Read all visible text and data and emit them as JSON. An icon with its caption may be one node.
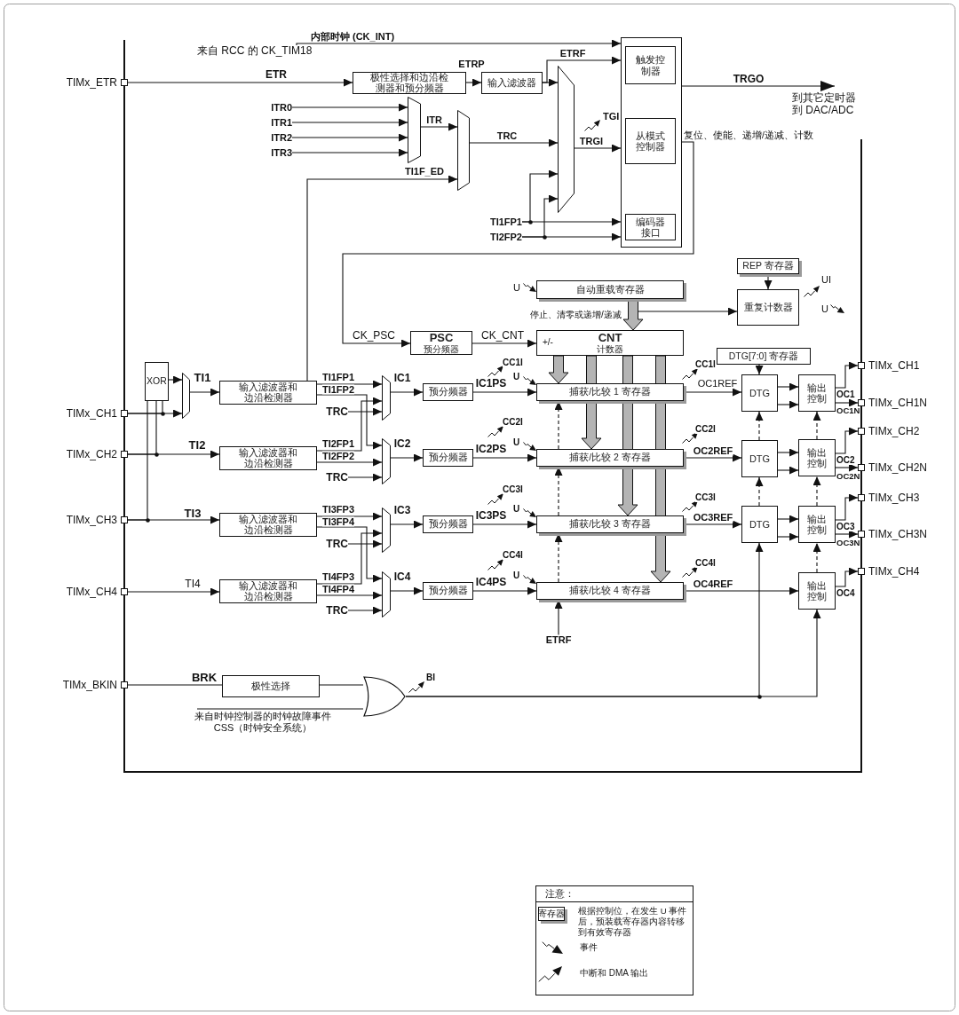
{
  "diagram": {
    "nodes": [
      {
        "text": [
          "TIMx_ETR"
        ]
      },
      {
        "text": [
          "极性选择和边沿检测器和预分频器"
        ]
      },
      {
        "text": [
          "输入滤波器"
        ]
      },
      {
        "text": [],
        "shape": "box"
      },
      {
        "text": [
          "触发控制器"
        ],
        "in": 3
      },
      {
        "text": [
          "ITR0"
        ]
      },
      {
        "text": [
          "ITR1"
        ]
      },
      {
        "text": [
          "ITR2"
        ]
      },
      {
        "text": [
          "ITR3"
        ]
      },
      {
        "text": [],
        "shape": "trapezoid"
      },
      {
        "text": [],
        "shape": "trapezoid"
      },
      {
        "text": [],
        "shape": "trapezoid"
      },
      {
        "text": [
          "从模式控制器"
        ],
        "in": 3
      },
      {
        "text": [
          "TI1FP1"
        ]
      },
      {
        "text": [
          "TI2FP2"
        ]
      },
      {
        "text": [
          "编码器接口"
        ],
        "in": 3
      },
      {
        "text": [
          "REP 寄存器"
        ]
      },
      {
        "text": [
          "自动重载寄存器"
        ]
      },
      {
        "text": [
          "重复计数器"
        ]
      },
      {
        "text": [
          "PSC",
          "预分频器"
        ]
      },
      {
        "text": [
          "+/-",
          "CNT",
          "计数器"
        ]
      },
      {
        "text": [
          "DTG[7:0] 寄存器"
        ]
      },
      {
        "text": [
          "XOR"
        ]
      },
      {
        "text": [],
        "shape": "trapezoid"
      },
      {
        "text": [
          "输入滤波器和边沿检测器"
        ]
      },
      {
        "text": [],
        "shape": "trapezoid"
      },
      {
        "text": [
          "预分频器"
        ]
      },
      {
        "text": [
          "捕获/比较 1 寄存器"
        ]
      },
      {
        "text": [
          "DTG"
        ]
      },
      {
        "text": [
          "输出控制"
        ]
      },
      {
        "text": [
          "TIMx_CH1"
        ]
      },
      {
        "text": [
          "TRC"
        ]
      },
      {
        "text": [
          "TIMx_CH1"
        ]
      },
      {
        "text": [
          "TIMx_CH1N"
        ]
      },
      {
        "text": [
          "TIMx_CH2"
        ]
      },
      {
        "text": [
          "TIMx_CH2"
        ]
      },
      {
        "text": [
          "输入滤波器和边沿检测器"
        ]
      },
      {
        "text": [],
        "shape": "trapezoid"
      },
      {
        "text": [
          "预分频器"
        ]
      },
      {
        "text": [
          "捕获/比较 2 寄存器"
        ]
      },
      {
        "text": [
          "DTG"
        ]
      },
      {
        "text": [
          "输出控制"
        ]
      },
      {
        "text": [
          "TIMx_CH2N"
        ]
      },
      {
        "text": [
          "TRC"
        ]
      },
      {
        "text": [
          "TIMx_CH3"
        ]
      },
      {
        "text": [
          "TIMx_CH3"
        ]
      },
      {
        "text": [
          "输入滤波器和边沿检测器"
        ]
      },
      {
        "text": [],
        "shape": "trapezoid"
      },
      {
        "text": [
          "预分频器"
        ]
      },
      {
        "text": [
          "捕获/比较 3 寄存器"
        ]
      },
      {
        "text": [
          "DTG"
        ]
      },
      {
        "text": [
          "输出控制"
        ]
      },
      {
        "text": [
          "TIMx_CH3N"
        ]
      },
      {
        "text": [
          "TRC"
        ]
      },
      {
        "text": [
          "TIMx_CH4"
        ]
      },
      {
        "text": [
          "TIMx_CH4"
        ]
      },
      {
        "text": [
          "输入滤波器和边沿检测器"
        ]
      },
      {
        "text": [],
        "shape": "trapezoid"
      },
      {
        "text": [
          "预分频器"
        ]
      },
      {
        "text": [
          "捕获/比较 4 寄存器"
        ]
      },
      {
        "text": [
          "输出控制"
        ]
      },
      {
        "text": [
          "TRC"
        ]
      },
      {
        "text": [
          "ETRF"
        ]
      },
      {
        "text": [
          "TIMx_BKIN"
        ]
      },
      {
        "text": [
          "极性选择"
        ]
      },
      {
        "text": [],
        "shape": "gate"
      },
      {
        "text": [
          "来自 RCC 的 CK_TIM18"
        ]
      },
      {
        "text": [
          "到其它定时器",
          "到 DAC/ADC"
        ]
      }
    ],
    "edges": [
      {
        "from": 66,
        "to": 3,
        "arrow": "to",
        "label": "内部时钟 (CK_INT)"
      },
      {
        "from": 0,
        "to": 1,
        "arrow": "to",
        "label": "ETR"
      },
      {
        "from": 1,
        "to": 2,
        "arrow": "to",
        "label": "ETRP"
      },
      {
        "from": 2,
        "to": 3,
        "arrow": "to",
        "label": "ETRF"
      },
      {
        "from": 2,
        "to": 11,
        "arrow": "to"
      },
      {
        "from": 5,
        "to": 9,
        "arrow": "to"
      },
      {
        "from": 6,
        "to": 9,
        "arrow": "to"
      },
      {
        "from": 7,
        "to": 9,
        "arrow": "to"
      },
      {
        "from": 8,
        "to": 9,
        "arrow": "to"
      },
      {
        "from": 9,
        "to": 10,
        "arrow": "to",
        "label": "ITR"
      },
      {
        "from": 24,
        "to": 10,
        "arrow": "to",
        "label": "TI1F_ED"
      },
      {
        "from": 10,
        "to": 11,
        "arrow": "to",
        "label": "TRC"
      },
      {
        "from": 11,
        "to": 3,
        "arrow": "to",
        "label": "TRGI"
      },
      {
        "from": 13,
        "to": 11,
        "arrow": "to"
      },
      {
        "from": 14,
        "to": 11,
        "arrow": "to"
      },
      {
        "from": 13,
        "to": 3,
        "arrow": "to"
      },
      {
        "from": 14,
        "to": 3,
        "arrow": "to"
      },
      {
        "from": 3,
        "to": 67,
        "arrow": "to",
        "label": "TRGO"
      },
      {
        "from": 3,
        "to": 19,
        "arrow": "to",
        "label": "CK_PSC"
      },
      {
        "from": 16,
        "to": 18,
        "arrow": "to"
      },
      {
        "from": 17,
        "to": 20,
        "arrow": "to",
        "style": "thick"
      },
      {
        "from": null,
        "to": 18,
        "arrow": "to"
      },
      {
        "from": 19,
        "to": 20,
        "arrow": "to",
        "label": "CK_CNT"
      },
      {
        "from": 20,
        "to": 27,
        "arrow": "to",
        "style": "thick"
      },
      {
        "from": 20,
        "to": 39,
        "arrow": "to",
        "style": "thick"
      },
      {
        "from": 20,
        "to": 49,
        "arrow": "to",
        "style": "thick"
      },
      {
        "from": 20,
        "to": 59,
        "arrow": "to",
        "style": "thick"
      },
      {
        "from": 21,
        "to": 28,
        "arrow": "to"
      },
      {
        "from": 32,
        "to": 23,
        "arrow": "to"
      },
      {
        "from": 32,
        "to": 22,
        "arrow": "none"
      },
      {
        "from": 22,
        "to": 23,
        "arrow": "to"
      },
      {
        "from": 23,
        "to": 24,
        "arrow": "to",
        "label": "TI1"
      },
      {
        "from": 24,
        "to": 25,
        "arrow": "to",
        "label": "TI1FP1"
      },
      {
        "from": 24,
        "to": 37,
        "arrow": "to",
        "label": "TI1FP2"
      },
      {
        "from": 31,
        "to": 25,
        "arrow": "to"
      },
      {
        "from": 25,
        "to": 26,
        "arrow": "to",
        "label": "IC1"
      },
      {
        "from": 26,
        "to": 27,
        "arrow": "to",
        "label": "IC1PS"
      },
      {
        "from": 27,
        "to": 28,
        "arrow": "to",
        "label": "OC1REF"
      },
      {
        "from": 28,
        "to": 29,
        "arrow": "to"
      },
      {
        "from": 28,
        "to": 29,
        "arrow": "to"
      },
      {
        "from": 29,
        "to": 30,
        "arrow": "to",
        "label": "OC1"
      },
      {
        "from": 29,
        "to": 33,
        "arrow": "to",
        "label": "OC1N"
      },
      {
        "from": 39,
        "to": 27,
        "arrow": "to",
        "style": "dashed"
      },
      {
        "from": 40,
        "to": 28,
        "arrow": "to",
        "style": "dashed"
      },
      {
        "from": 41,
        "to": 29,
        "arrow": "to",
        "style": "dashed"
      },
      {
        "from": 35,
        "to": 36,
        "arrow": "to",
        "label": "TI2"
      },
      {
        "from": 35,
        "to": 22,
        "arrow": "none"
      },
      {
        "from": 36,
        "to": 25,
        "arrow": "to",
        "label": "TI2FP1"
      },
      {
        "from": 36,
        "to": 37,
        "arrow": "to",
        "label": "TI2FP2"
      },
      {
        "from": 43,
        "to": 37,
        "arrow": "to"
      },
      {
        "from": 37,
        "to": 38,
        "arrow": "to",
        "label": "IC2"
      },
      {
        "from": 38,
        "to": 39,
        "arrow": "to",
        "label": "IC2PS"
      },
      {
        "from": 39,
        "to": 40,
        "arrow": "to",
        "label": "OC2REF"
      },
      {
        "from": 40,
        "to": 41,
        "arrow": "to"
      },
      {
        "from": 40,
        "to": 41,
        "arrow": "to"
      },
      {
        "from": 41,
        "to": 34,
        "arrow": "to",
        "label": "OC2"
      },
      {
        "from": 41,
        "to": 42,
        "arrow": "to",
        "label": "OC2N"
      },
      {
        "from": 49,
        "to": 39,
        "arrow": "to",
        "style": "dashed"
      },
      {
        "from": 50,
        "to": 40,
        "arrow": "to",
        "style": "dashed"
      },
      {
        "from": 51,
        "to": 41,
        "arrow": "to",
        "style": "dashed"
      },
      {
        "from": 45,
        "to": 46,
        "arrow": "to",
        "label": "TI3"
      },
      {
        "from": 45,
        "to": 22,
        "arrow": "none"
      },
      {
        "from": 46,
        "to": 47,
        "arrow": "to",
        "label": "TI3FP3"
      },
      {
        "from": 46,
        "to": 57,
        "arrow": "to",
        "label": "TI3FP4"
      },
      {
        "from": 53,
        "to": 47,
        "arrow": "to"
      },
      {
        "from": 47,
        "to": 48,
        "arrow": "to",
        "label": "IC3"
      },
      {
        "from": 48,
        "to": 49,
        "arrow": "to",
        "label": "IC3PS"
      },
      {
        "from": 49,
        "to": 50,
        "arrow": "to",
        "label": "OC3REF"
      },
      {
        "from": 50,
        "to": 51,
        "arrow": "to"
      },
      {
        "from": 50,
        "to": 51,
        "arrow": "to"
      },
      {
        "from": 51,
        "to": 44,
        "arrow": "to",
        "label": "OC3"
      },
      {
        "from": 51,
        "to": 52,
        "arrow": "to",
        "label": "OC3N"
      },
      {
        "from": 59,
        "to": 49,
        "arrow": "to",
        "style": "dashed"
      },
      {
        "from": 60,
        "to": 51,
        "arrow": "to",
        "style": "dashed"
      },
      {
        "from": 55,
        "to": 56,
        "arrow": "to",
        "label": "TI4"
      },
      {
        "from": 56,
        "to": 47,
        "arrow": "to",
        "label": "TI4FP3"
      },
      {
        "from": 56,
        "to": 57,
        "arrow": "to",
        "label": "TI4FP4"
      },
      {
        "from": 61,
        "to": 57,
        "arrow": "to"
      },
      {
        "from": 57,
        "to": 58,
        "arrow": "to",
        "label": "IC4"
      },
      {
        "from": 58,
        "to": 59,
        "arrow": "to",
        "label": "IC4PS"
      },
      {
        "from": 59,
        "to": 60,
        "arrow": "to",
        "label": "OC4REF"
      },
      {
        "from": 60,
        "to": 54,
        "arrow": "to",
        "label": "OC4"
      },
      {
        "from": 62,
        "to": 59,
        "arrow": "to"
      },
      {
        "from": 63,
        "to": 64,
        "arrow": "none",
        "label": "BRK"
      },
      {
        "from": 64,
        "to": 65,
        "arrow": "none"
      },
      {
        "from": null,
        "to": 65,
        "arrow": "none",
        "label": "来自时钟控制器的时钟故障事件CSS（时钟安全系统）"
      },
      {
        "from": 65,
        "to": 60,
        "arrow": "to"
      },
      {
        "from": 65,
        "to": 50,
        "arrow": "to"
      }
    ],
    "labels": [
      "TGI",
      "复位、使能、递增/递减、计数",
      "UI",
      "U",
      "U",
      "停止、清零或递增/递减",
      "CC1I",
      "CC1I",
      "U",
      "CC2I",
      "CC2I",
      "U",
      "CC3I",
      "CC3I",
      "U",
      "CC4I",
      "CC4I",
      "U",
      "BI",
      "注意：",
      "寄存器"
    ],
    "legend": [
      {
        "text": "根据控制位，在发生 U 事件后，预装载寄存器内容转移到有效寄存器"
      },
      {
        "text": "事件"
      },
      {
        "text": "中断和 DMA 输出"
      }
    ]
  }
}
